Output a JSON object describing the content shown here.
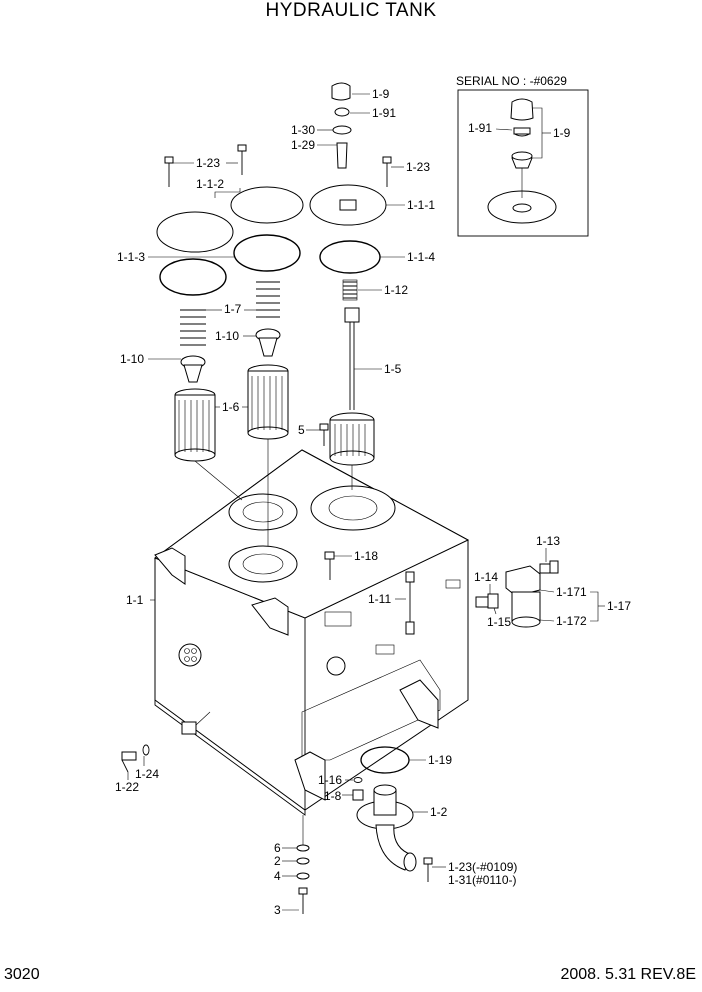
{
  "title": "HYDRAULIC TANK",
  "page_number": "3020",
  "revision": "2008. 5.31  REV.8E",
  "serial_box": {
    "label": "SERIAL NO : -#0629"
  },
  "callouts": {
    "c_1_9": "1-9",
    "c_1_91": "1-91",
    "c_1_30": "1-30",
    "c_1_29": "1-29",
    "c_1_23a": "1-23",
    "c_1_23b": "1-23",
    "c_1_1_2": "1-1-2",
    "c_1_1_1": "1-1-1",
    "c_1_1_3": "1-1-3",
    "c_1_1_4": "1-1-4",
    "c_1_12": "1-12",
    "c_1_7": "1-7",
    "c_1_10a": "1-10",
    "c_1_10b": "1-10",
    "c_1_5": "1-5",
    "c_1_6": "1-6",
    "c_5": "5",
    "c_1_18": "1-18",
    "c_1_1": "1-1",
    "c_1_11": "1-11",
    "c_1_14": "1-14",
    "c_1_15": "1-15",
    "c_1_13": "1-13",
    "c_1_171": "1-171",
    "c_1_172": "1-172",
    "c_1_17": "1-17",
    "c_1_19": "1-19",
    "c_1_16": "1-16",
    "c_1_8": "1-8",
    "c_1_2": "1-2",
    "c_1_23_0109": "1-23(-#0109)",
    "c_1_31_0110": "1-31(#0110-)",
    "c_1_22": "1-22",
    "c_1_24": "1-24",
    "c_6": "6",
    "c_2": "2",
    "c_4": "4",
    "c_3": "3",
    "inset_1_91": "1-91",
    "inset_1_9": "1-9"
  }
}
